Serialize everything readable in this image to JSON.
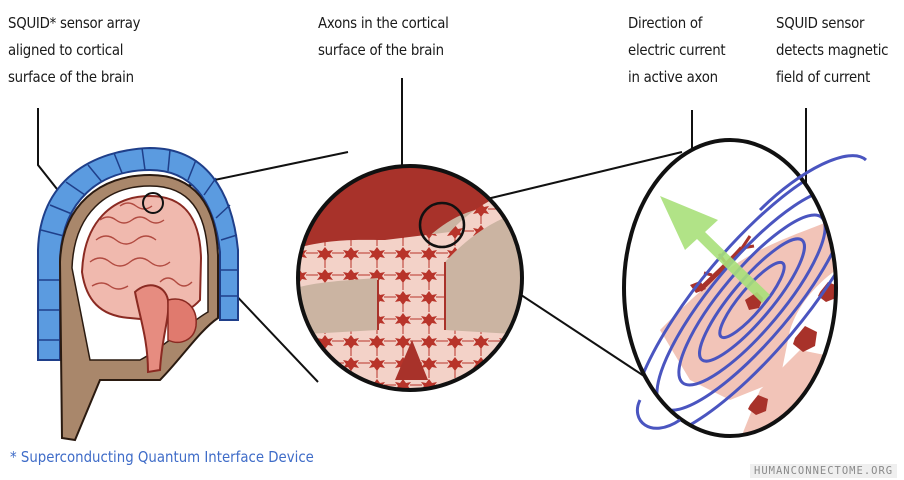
{
  "labels": {
    "sensor_array": [
      "SQUID* sensor array",
      "aligned to cortical",
      "surface of the brain"
    ],
    "axons": [
      "Axons in the cortical",
      "surface of the brain"
    ],
    "current_direction": [
      "Direction of",
      "electric current",
      "in active axon"
    ],
    "squid_sensor": [
      "SQUID sensor",
      "detects magnetic",
      "field of current"
    ]
  },
  "footnote": "* Superconducting Quantum Interface Device",
  "watermark": "HUMANCONNECTOME.ORG",
  "colors": {
    "sensor_blue": "#5b9be0",
    "field_ring_blue": "#4a55c0",
    "brain_pink": "#f0b9ae",
    "cortex_dark_red": "#a8322a",
    "current_arrow_green": "#a8e07a",
    "gray_matter_tan": "#cbb4a2"
  }
}
